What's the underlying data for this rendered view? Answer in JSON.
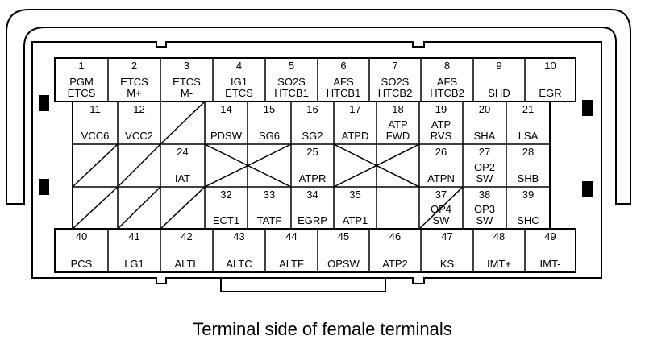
{
  "caption": "Terminal side of female terminals",
  "colors": {
    "ink": "#000000",
    "background": "#ffffff"
  },
  "terminals": [
    {
      "num": "1",
      "lines": [
        "PGM",
        "ETCS"
      ]
    },
    {
      "num": "2",
      "lines": [
        "ETCS",
        "M+"
      ]
    },
    {
      "num": "3",
      "lines": [
        "ETCS",
        "M-"
      ]
    },
    {
      "num": "4",
      "lines": [
        "IG1",
        "ETCS"
      ]
    },
    {
      "num": "5",
      "lines": [
        "SO2S",
        "HTCB1"
      ]
    },
    {
      "num": "6",
      "lines": [
        "AFS",
        "HTCB1"
      ]
    },
    {
      "num": "7",
      "lines": [
        "SO2S",
        "HTCB2"
      ]
    },
    {
      "num": "8",
      "lines": [
        "AFS",
        "HTCB2"
      ]
    },
    {
      "num": "9",
      "lines": [
        "SHD"
      ]
    },
    {
      "num": "10",
      "lines": [
        "EGR"
      ]
    },
    {
      "num": "11",
      "lines": [
        "VCC6"
      ]
    },
    {
      "num": "12",
      "lines": [
        "VCC2"
      ]
    },
    {
      "num": "14",
      "lines": [
        "PDSW"
      ]
    },
    {
      "num": "15",
      "lines": [
        "SG6"
      ]
    },
    {
      "num": "16",
      "lines": [
        "SG2"
      ]
    },
    {
      "num": "17",
      "lines": [
        "ATPD"
      ]
    },
    {
      "num": "18",
      "lines": [
        "ATP",
        "FWD"
      ]
    },
    {
      "num": "19",
      "lines": [
        "ATP",
        "RVS"
      ]
    },
    {
      "num": "20",
      "lines": [
        "SHA"
      ]
    },
    {
      "num": "21",
      "lines": [
        "LSA"
      ]
    },
    {
      "num": "24",
      "lines": [
        "IAT"
      ]
    },
    {
      "num": "25",
      "lines": [
        "ATPR"
      ]
    },
    {
      "num": "26",
      "lines": [
        "ATPN"
      ]
    },
    {
      "num": "27",
      "lines": [
        "OP2",
        "SW"
      ]
    },
    {
      "num": "28",
      "lines": [
        "SHB"
      ]
    },
    {
      "num": "32",
      "lines": [
        "ECT1"
      ]
    },
    {
      "num": "33",
      "lines": [
        "TATF"
      ]
    },
    {
      "num": "34",
      "lines": [
        "EGRP"
      ]
    },
    {
      "num": "35",
      "lines": [
        "ATP1"
      ]
    },
    {
      "num": "37",
      "lines": [
        "OP4",
        "SW"
      ]
    },
    {
      "num": "38",
      "lines": [
        "OP3",
        "SW"
      ]
    },
    {
      "num": "39",
      "lines": [
        "SHC"
      ]
    },
    {
      "num": "40",
      "lines": [
        "PCS"
      ]
    },
    {
      "num": "41",
      "lines": [
        "LG1"
      ]
    },
    {
      "num": "42",
      "lines": [
        "ALTL"
      ]
    },
    {
      "num": "43",
      "lines": [
        "ALTC"
      ]
    },
    {
      "num": "44",
      "lines": [
        "ALTF"
      ]
    },
    {
      "num": "45",
      "lines": [
        "OPSW"
      ]
    },
    {
      "num": "46",
      "lines": [
        "ATP2"
      ]
    },
    {
      "num": "47",
      "lines": [
        "KS"
      ]
    },
    {
      "num": "48",
      "lines": [
        "IMT+"
      ]
    },
    {
      "num": "49",
      "lines": [
        "IMT-"
      ]
    }
  ]
}
